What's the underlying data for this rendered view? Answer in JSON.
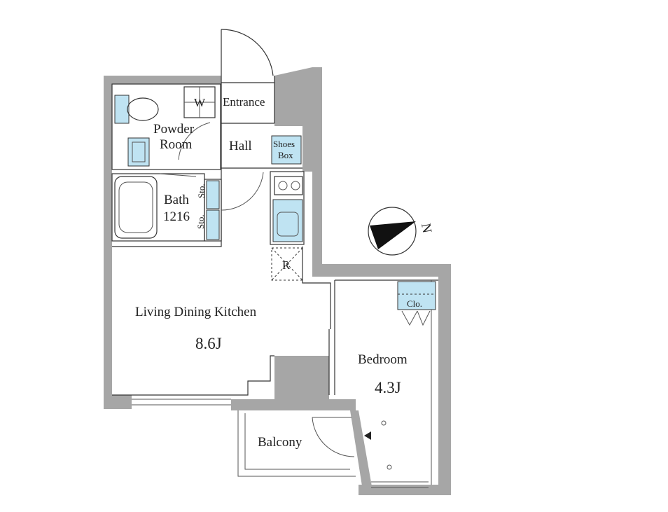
{
  "rooms": {
    "entrance": "Entrance",
    "hall": "Hall",
    "powder_room": [
      "Powder",
      "Room"
    ],
    "washer": "W",
    "shoes_box": [
      "Shoes",
      "Box"
    ],
    "bath": [
      "Bath",
      "1216"
    ],
    "storage": "Sto.",
    "refrigerator": "R",
    "ldk": "Living Dining Kitchen",
    "ldk_size": "8.6J",
    "closet": "Clo.",
    "bedroom": "Bedroom",
    "bedroom_size": "4.3J",
    "balcony": "Balcony"
  },
  "compass": {
    "label": "N"
  },
  "colors": {
    "wall": "#a6a6a6",
    "fixture": "#bfe3f2",
    "line": "#333333"
  }
}
